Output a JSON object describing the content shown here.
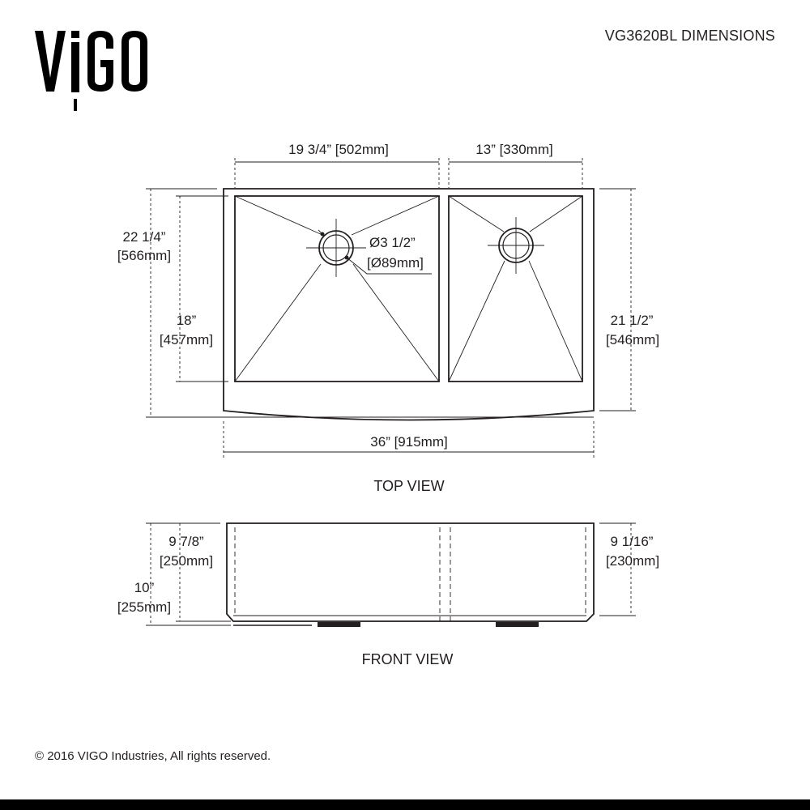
{
  "header": {
    "brand": "VIGO",
    "title": "VG3620BL DIMENSIONS"
  },
  "top_view": {
    "label": "TOP VIEW",
    "dim_left_bowl_width": "19 3/4” [502mm]",
    "dim_right_bowl_width": "13” [330mm]",
    "dim_overall_depth_in": "22 1/4”",
    "dim_overall_depth_mm": "[566mm]",
    "dim_bowl_depth_in": "18”",
    "dim_bowl_depth_mm": "[457mm]",
    "dim_drain_in": "Ø3 1/2”",
    "dim_drain_mm": "[Ø89mm]",
    "dim_right_depth_in": "21 1/2”",
    "dim_right_depth_mm": "[546mm]",
    "dim_overall_width": "36” [915mm]"
  },
  "front_view": {
    "label": "FRONT VIEW",
    "dim_left_height_in": "9 7/8”",
    "dim_left_height_mm": "[250mm]",
    "dim_total_height_in": "10”",
    "dim_total_height_mm": "[255mm]",
    "dim_right_height_in": "9 1/16”",
    "dim_right_height_mm": "[230mm]"
  },
  "footer": {
    "copyright": "© 2016 VIGO Industries, All rights reserved."
  },
  "colors": {
    "line": "#231f20",
    "background": "#ffffff"
  }
}
